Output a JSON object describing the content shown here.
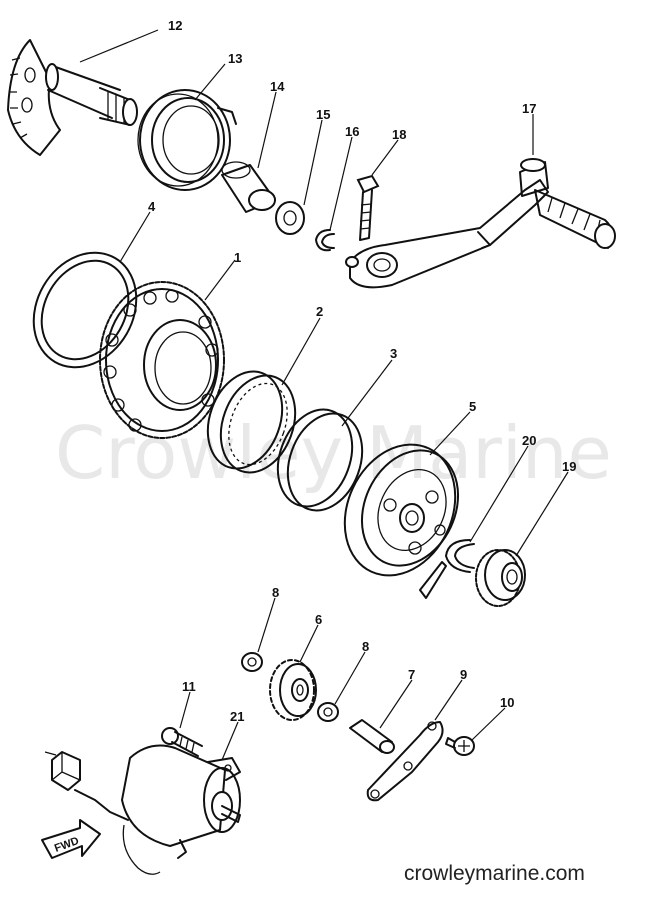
{
  "watermark": "Crowley Marine",
  "site_url": "crowleymarine.com",
  "forward_label": "FWD",
  "callouts": [
    "1",
    "2",
    "3",
    "4",
    "5",
    "6",
    "7",
    "8",
    "8",
    "9",
    "10",
    "11",
    "12",
    "13",
    "14",
    "15",
    "16",
    "17",
    "18",
    "19",
    "20",
    "21"
  ]
}
